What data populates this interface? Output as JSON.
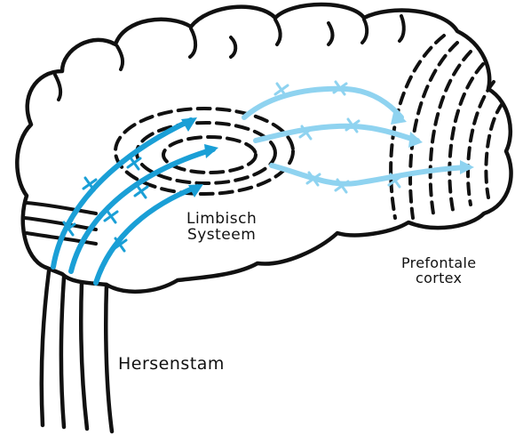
{
  "labels": {
    "limbic_line1": "Limbisch",
    "limbic_line2": "Systeem",
    "pfc_line1": "Prefontale",
    "pfc_line2": "cortex",
    "brainstem": "Hersenstam"
  },
  "colors": {
    "ink": "#111111",
    "pathway_dark": "#1a9fd6",
    "pathway_light": "#8fd3f0",
    "background": "#ffffff"
  },
  "icons": {
    "pathway_marker": "cross-tick-icon"
  }
}
